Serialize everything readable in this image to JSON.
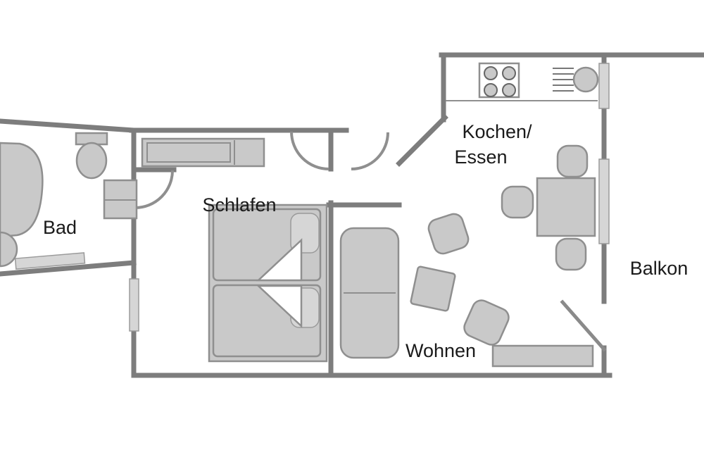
{
  "page": {
    "title": "Apartment Floor Plan",
    "type": "floor-plan"
  },
  "rooms": {
    "bad": {
      "label": "Bad"
    },
    "schlafen": {
      "label": "Schlafen"
    },
    "kochen_essen": {
      "label_line1": "Kochen/",
      "label_line2": "Essen"
    },
    "wohnen": {
      "label": "Wohnen"
    },
    "balkon": {
      "label": "Balkon"
    }
  },
  "furniture": {
    "bad": [
      "corner-bathtub",
      "wash-basin",
      "toilet",
      "washing-machine"
    ],
    "schlafen": [
      "wardrobe",
      "double-bed",
      "pillows",
      "blanket-folds"
    ],
    "kochen_essen": [
      "kitchen-counter",
      "stove-4-burners",
      "dish-rack",
      "kitchen-sink",
      "dining-table",
      "chair",
      "chair",
      "chair"
    ],
    "wohnen": [
      "sofa",
      "coffee-table",
      "armchair",
      "armchair",
      "sideboard"
    ],
    "balkon": []
  },
  "colors": {
    "wall": "#7d7d7d",
    "furniture_fill": "#c9c9c9",
    "furniture_stroke": "#8f8f8f",
    "window_fill": "#d6d6d6",
    "label_text": "#1a1a1a",
    "background": "#ffffff"
  }
}
